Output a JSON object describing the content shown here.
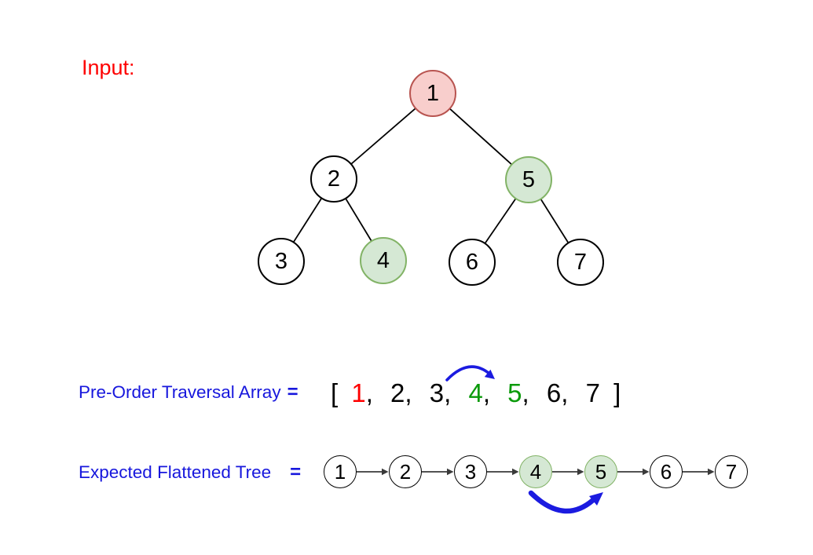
{
  "colors": {
    "red_text": "#fe0000",
    "blue_text": "#1717dd",
    "green_text": "#0a9a0a",
    "black_text": "#000000",
    "swap_arrow": "#1b1be0",
    "edge": "#000000",
    "link_arrow": "#3a3a3a",
    "node_red_fill": "#f8cecc",
    "node_red_stroke": "#b85450",
    "node_green_fill": "#d5e8d4",
    "node_green_stroke": "#82b366",
    "node_white_fill": "#ffffff",
    "node_white_stroke": "#000000"
  },
  "input_label": "Input:",
  "tree": {
    "nodes": [
      {
        "label": "1",
        "cls": "tnode n-red"
      },
      {
        "label": "2",
        "cls": "tnode n-white"
      },
      {
        "label": "5",
        "cls": "tnode n-green"
      },
      {
        "label": "3",
        "cls": "tnode n-white"
      },
      {
        "label": "4",
        "cls": "tnode n-green"
      },
      {
        "label": "6",
        "cls": "tnode n-white"
      },
      {
        "label": "7",
        "cls": "tnode n-white"
      }
    ],
    "edges": [
      {
        "from": "1",
        "to": "2"
      },
      {
        "from": "1",
        "to": "5"
      },
      {
        "from": "2",
        "to": "3"
      },
      {
        "from": "2",
        "to": "4"
      },
      {
        "from": "5",
        "to": "6"
      },
      {
        "from": "5",
        "to": "7"
      }
    ]
  },
  "preorder": {
    "label": "Pre-Order Traversal Array",
    "equals": "=",
    "open_bracket": "[",
    "close_bracket": "]",
    "comma": ",",
    "items": [
      {
        "value": "1",
        "cls": "tok c-red"
      },
      {
        "value": "2",
        "cls": "tok c-black"
      },
      {
        "value": "3",
        "cls": "tok c-black"
      },
      {
        "value": "4",
        "cls": "tok c-green"
      },
      {
        "value": "5",
        "cls": "tok c-green"
      },
      {
        "value": "6",
        "cls": "tok c-black"
      },
      {
        "value": "7",
        "cls": "tok c-black"
      }
    ],
    "swap_from": "4",
    "swap_to": "5"
  },
  "flattened": {
    "label": "Expected Flattened Tree",
    "equals": "=",
    "nodes": [
      {
        "value": "1",
        "cls": "lnode l-white"
      },
      {
        "value": "2",
        "cls": "lnode l-white"
      },
      {
        "value": "3",
        "cls": "lnode l-white"
      },
      {
        "value": "4",
        "cls": "lnode l-green"
      },
      {
        "value": "5",
        "cls": "lnode l-green"
      },
      {
        "value": "6",
        "cls": "lnode l-white"
      },
      {
        "value": "7",
        "cls": "lnode l-white"
      }
    ],
    "swap_from": "4",
    "swap_to": "5"
  }
}
